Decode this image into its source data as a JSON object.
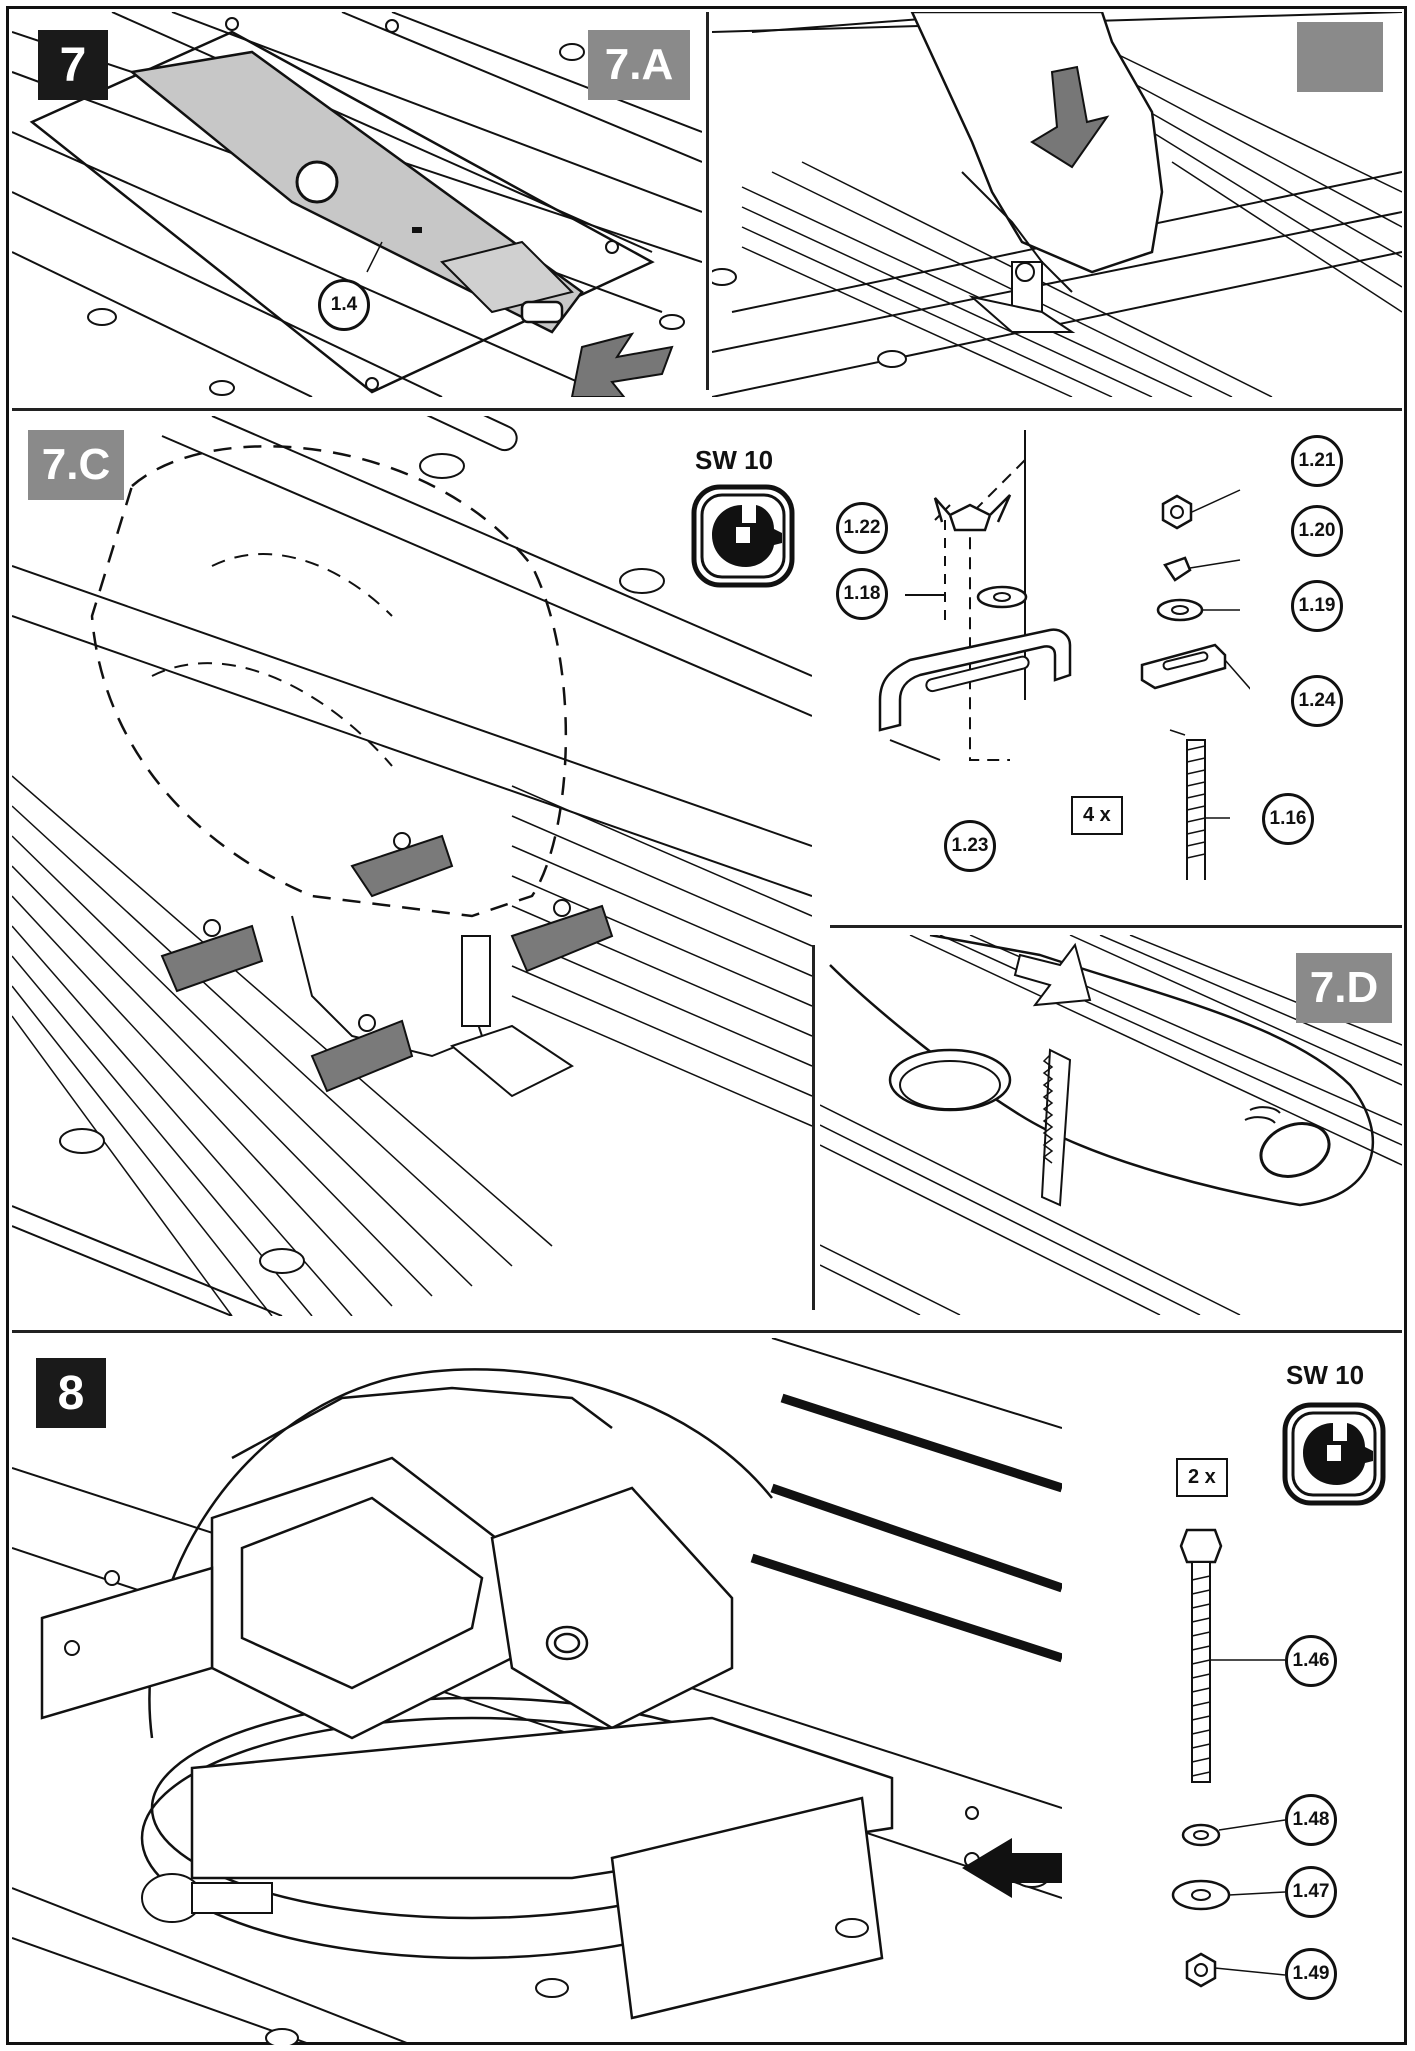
{
  "figures": {
    "f7": {
      "tag": "7",
      "part": "1.4"
    },
    "f7a": {
      "tag": "7.A"
    },
    "f7b": {
      "tag": ""
    },
    "f7c": {
      "tag": "7.C",
      "tool": "SW 10",
      "quantity": "4 x",
      "parts": [
        "1.21",
        "1.22",
        "1.20",
        "1.18",
        "1.19",
        "1.24",
        "1.23",
        "1.16"
      ]
    },
    "f7d": {
      "tag": "7.D"
    },
    "f8": {
      "tag": "8",
      "tool": "SW 10",
      "quantity": "2 x",
      "parts": [
        "1.46",
        "1.48",
        "1.47",
        "1.49"
      ]
    }
  },
  "colors": {
    "ink": "#111111",
    "tag_black": "#1a1a1a",
    "tag_grey": "#8a8a8a",
    "highlight": "#c7c7c7"
  },
  "icons": [
    "wrench-icon",
    "arrow-icon"
  ]
}
